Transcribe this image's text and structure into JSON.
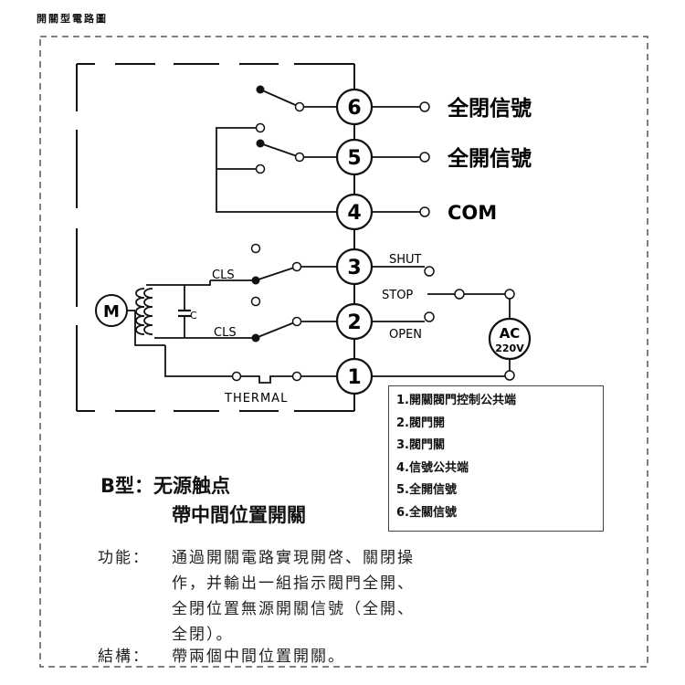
{
  "header": "開關型電路圖",
  "terminals": [
    "6",
    "5",
    "4",
    "3",
    "2",
    "1"
  ],
  "outputs": {
    "t6": "全閉信號",
    "t5": "全開信號",
    "t4": "COM"
  },
  "labels": {
    "shut": "SHUT",
    "stop": "STOP",
    "open": "OPEN",
    "cls_top": "CLS",
    "cls_bottom": "CLS",
    "capacitor": "C",
    "motor": "M",
    "thermal": "THERMAL",
    "ac": "AC",
    "voltage": "220V"
  },
  "legend": [
    "1.開關閥門控制公共端",
    "2.閥門開",
    "3.閥門關",
    "4.信號公共端",
    "5.全開信號",
    "6.全關信號"
  ],
  "type_title": {
    "line1": "B型：无源触点",
    "line2": "帶中間位置開關"
  },
  "description": {
    "function_label": "功能：",
    "function_lines": [
      "通過開關電路實現開啓、關閉操",
      "作，并輸出一組指示閥門全開、",
      "全閉位置無源開關信號（全開、",
      "全閉）。"
    ],
    "structure_label": "結構：",
    "structure_text": "帶兩個中間位置開關。"
  }
}
